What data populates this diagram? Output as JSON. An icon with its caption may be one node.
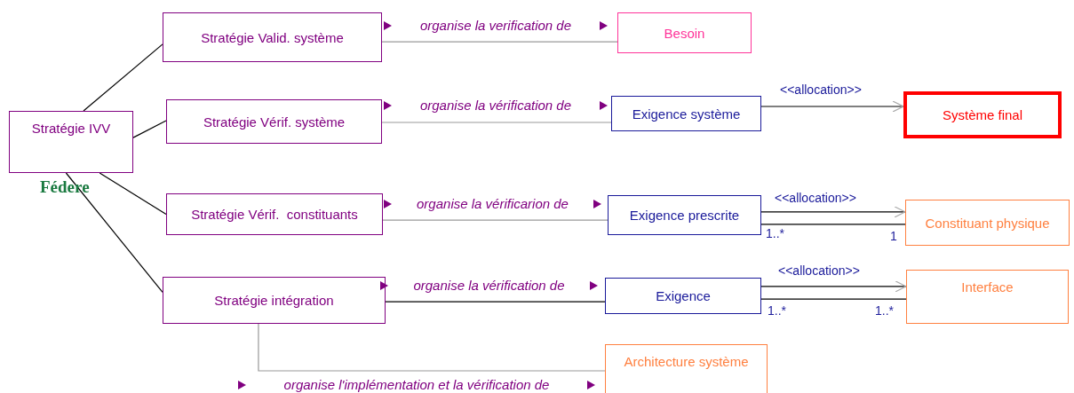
{
  "diagram": {
    "nodes": [
      {
        "text": [
          "Stratégie IVV"
        ]
      },
      {
        "text": [
          "Stratégie Valid. système"
        ]
      },
      {
        "text": [
          "Stratégie Vérif. système"
        ]
      },
      {
        "text": [
          "Stratégie Vérif.  constituants"
        ]
      },
      {
        "text": [
          "Stratégie intégration"
        ]
      },
      {
        "text": [
          "Besoin"
        ]
      },
      {
        "text": [
          "Exigence système"
        ]
      },
      {
        "text": [
          "Système final"
        ]
      },
      {
        "text": [
          "Exigence prescrite"
        ]
      },
      {
        "text": [
          "Constituant physique"
        ]
      },
      {
        "text": [
          "Exigence"
        ]
      },
      {
        "text": [
          "Interface"
        ]
      },
      {
        "text": [
          "Architecture système"
        ]
      }
    ],
    "edges": [
      {
        "from": 0,
        "to": 1,
        "arrow": "none"
      },
      {
        "from": 0,
        "to": 2,
        "arrow": "none"
      },
      {
        "from": 0,
        "to": 3,
        "arrow": "none"
      },
      {
        "from": 0,
        "to": 4,
        "arrow": "none"
      },
      {
        "from": 1,
        "to": 5,
        "arrow": "none",
        "label": "organise la verification de",
        "color": "#999999"
      },
      {
        "from": 2,
        "to": 6,
        "arrow": "none",
        "label": "organise la vérification de",
        "color": "#999999"
      },
      {
        "from": 3,
        "to": 8,
        "arrow": "none",
        "label": "organise la vérificarion de",
        "color": "#999999"
      },
      {
        "from": 4,
        "to": 10,
        "arrow": "none",
        "label": "organise la vérification de"
      },
      {
        "from": 4,
        "to": 12,
        "arrow": "none",
        "label": "organise l'implémentation et la vérification de",
        "color": "#999999"
      },
      {
        "from": 6,
        "to": 7,
        "arrow": "to",
        "label": "<<allocation>>"
      },
      {
        "from": 8,
        "to": 9,
        "arrow": "to",
        "label": "<<allocation>>"
      },
      {
        "from": 8,
        "to": 9,
        "arrow": "none"
      },
      {
        "from": 10,
        "to": 11,
        "arrow": "to",
        "label": "<<allocation>>"
      },
      {
        "from": 10,
        "to": 11,
        "arrow": "none"
      }
    ],
    "labels": [
      "Fédere",
      "1..*",
      "1",
      "1..*",
      "1..*"
    ]
  }
}
